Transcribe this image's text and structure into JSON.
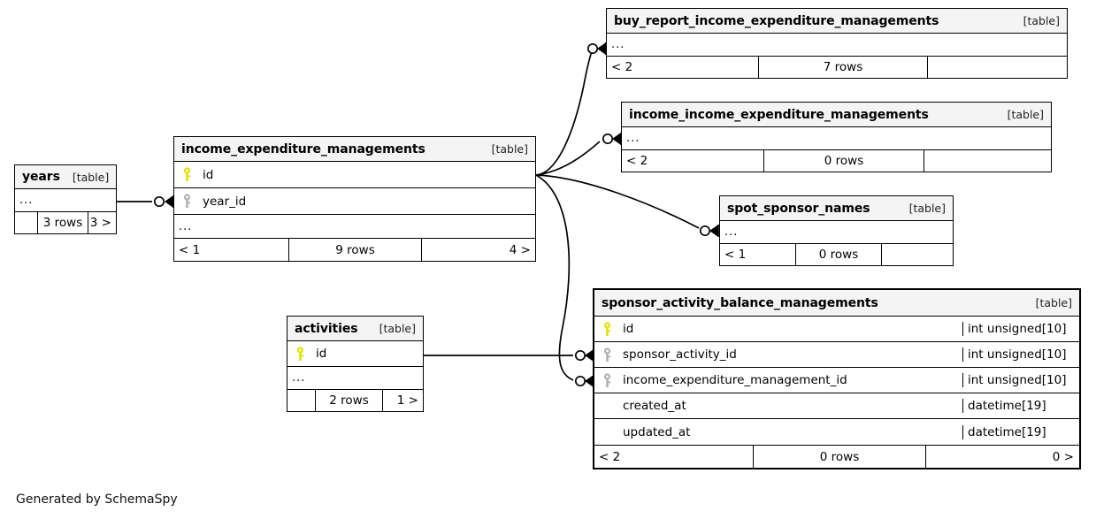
{
  "diagram": {
    "caption": "Generated by SchemaSpy",
    "table_tag": "[table]",
    "ellipsis": "...",
    "colors": {
      "primary_key": "#e3e300",
      "foreign_key": "#b0b0b0",
      "header_bg": "#f4f4f4",
      "border": "#000000",
      "background": "#ffffff"
    }
  },
  "tables": [
    {
      "id": "years",
      "name": "years",
      "tag": "[table]",
      "columns": [],
      "has_ellipsis_row": true,
      "footer": {
        "left": "",
        "center": "3 rows",
        "right": "3 >"
      }
    },
    {
      "id": "income_expenditure_managements",
      "name": "income_expenditure_managements",
      "tag": "[table]",
      "columns": [
        {
          "name": "id",
          "key": "primary",
          "type": ""
        },
        {
          "name": "year_id",
          "key": "foreign",
          "type": ""
        }
      ],
      "has_ellipsis_row": true,
      "footer": {
        "left": "< 1",
        "center": "9 rows",
        "right": "4 >"
      }
    },
    {
      "id": "buy_report_income_expenditure_managements",
      "name": "buy_report_income_expenditure_managements",
      "tag": "[table]",
      "columns": [],
      "has_ellipsis_row": true,
      "footer": {
        "left": "< 2",
        "center": "7 rows",
        "right": ""
      }
    },
    {
      "id": "income_income_expenditure_managements",
      "name": "income_income_expenditure_managements",
      "tag": "[table]",
      "columns": [],
      "has_ellipsis_row": true,
      "footer": {
        "left": "< 2",
        "center": "0 rows",
        "right": ""
      }
    },
    {
      "id": "spot_sponsor_names",
      "name": "spot_sponsor_names",
      "tag": "[table]",
      "columns": [],
      "has_ellipsis_row": true,
      "footer": {
        "left": "< 1",
        "center": "0 rows",
        "right": ""
      }
    },
    {
      "id": "activities",
      "name": "activities",
      "tag": "[table]",
      "columns": [
        {
          "name": "id",
          "key": "primary",
          "type": ""
        }
      ],
      "has_ellipsis_row": true,
      "footer": {
        "left": "",
        "center": "2 rows",
        "right": "1 >"
      }
    },
    {
      "id": "sponsor_activity_balance_managements",
      "name": "sponsor_activity_balance_managements",
      "tag": "[table]",
      "focused": true,
      "columns": [
        {
          "name": "id",
          "key": "primary",
          "type": "int unsigned[10]"
        },
        {
          "name": "sponsor_activity_id",
          "key": "foreign",
          "type": "int unsigned[10]"
        },
        {
          "name": "income_expenditure_management_id",
          "key": "foreign",
          "type": "int unsigned[10]"
        },
        {
          "name": "created_at",
          "key": "none",
          "type": "datetime[19]"
        },
        {
          "name": "updated_at",
          "key": "none",
          "type": "datetime[19]"
        }
      ],
      "has_ellipsis_row": false,
      "footer": {
        "left": "< 2",
        "center": "0 rows",
        "right": "0 >"
      }
    }
  ],
  "relationships": [
    {
      "from": "years",
      "to": "income_expenditure_managements"
    },
    {
      "from": "income_expenditure_managements",
      "to": "buy_report_income_expenditure_managements"
    },
    {
      "from": "income_expenditure_managements",
      "to": "income_income_expenditure_managements"
    },
    {
      "from": "income_expenditure_managements",
      "to": "spot_sponsor_names"
    },
    {
      "from": "income_expenditure_managements",
      "to": "sponsor_activity_balance_managements"
    },
    {
      "from": "activities",
      "to": "sponsor_activity_balance_managements"
    }
  ]
}
